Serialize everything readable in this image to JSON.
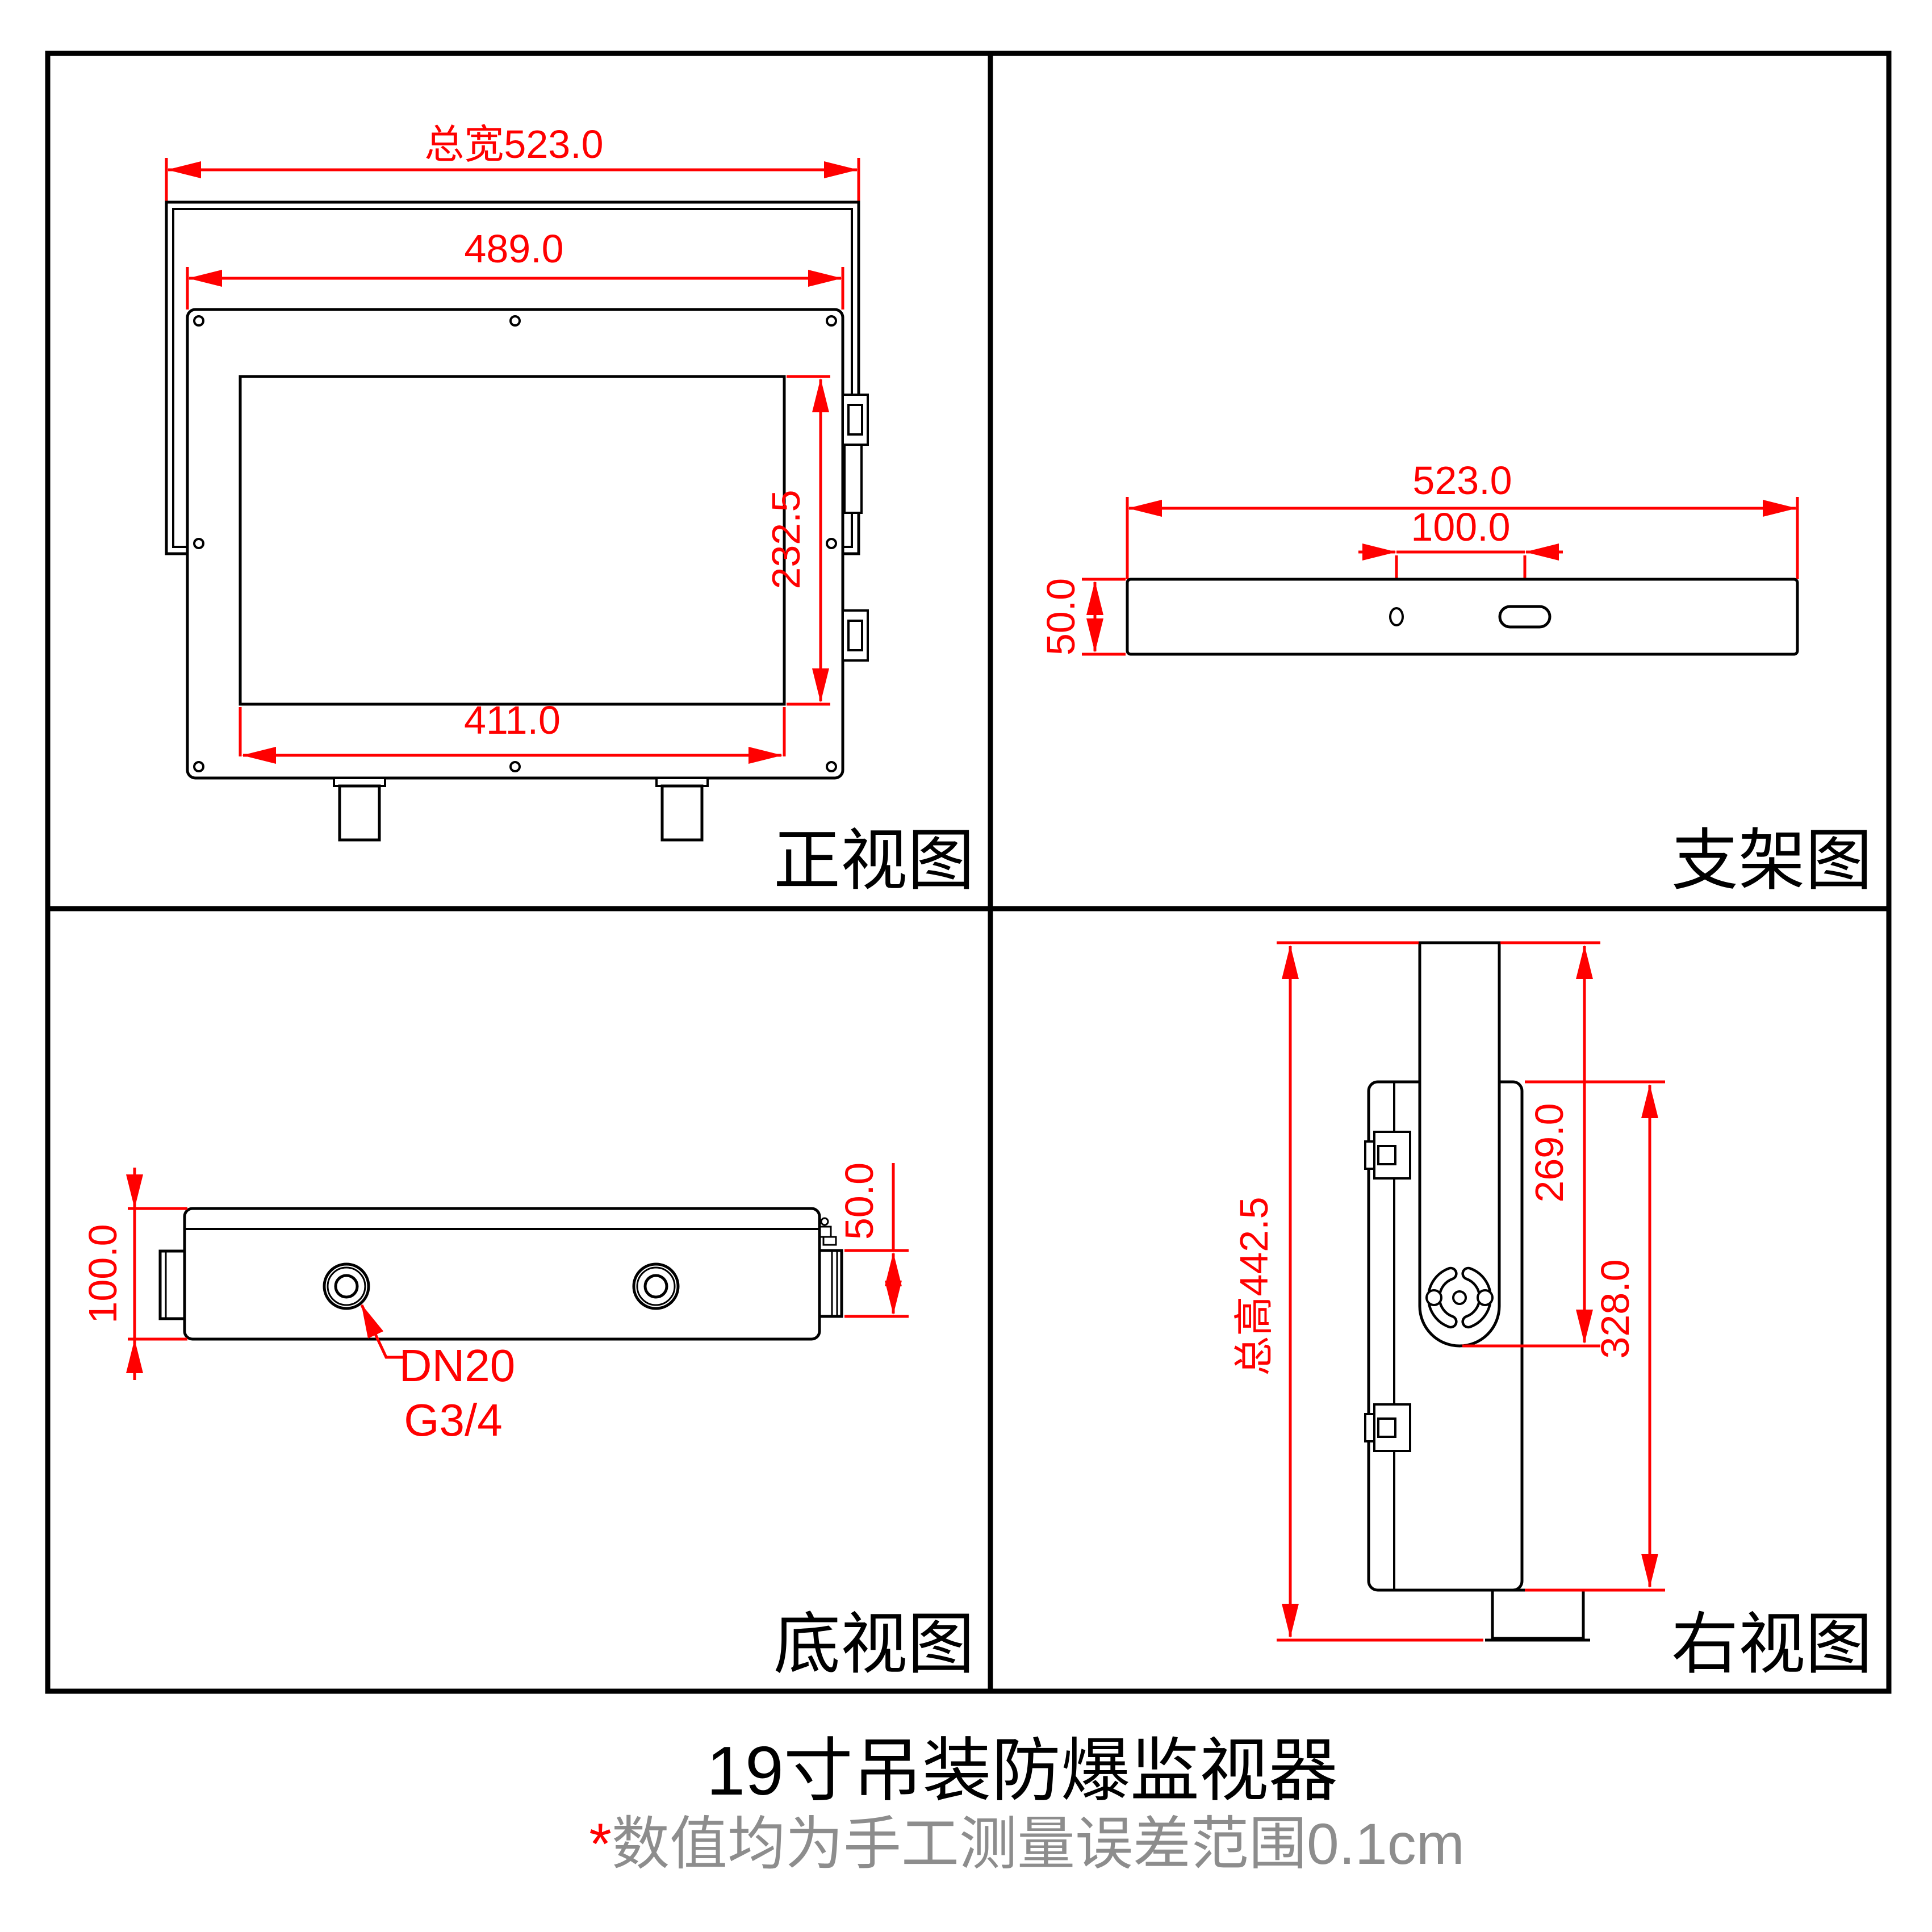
{
  "colors": {
    "line": "#000000",
    "dimension_red": "#ff0000",
    "note_gray": "#8d8d8d"
  },
  "views": {
    "front": {
      "label": "正视图",
      "dims": {
        "total_width": "总宽523.0",
        "panel_width": "489.0",
        "screen_height": "232.5",
        "screen_width": "411.0"
      }
    },
    "bracket": {
      "label": "支架图",
      "dims": {
        "width": "523.0",
        "hole_spacing": "100.0",
        "height": "50.0"
      }
    },
    "bottom": {
      "label": "底视图",
      "dims": {
        "body_height": "100.0",
        "connector_height": "50.0"
      },
      "gland": {
        "line1": "DN20",
        "line2": "G3/4"
      }
    },
    "right": {
      "label": "右视图",
      "dims": {
        "total_height": "总高442.5",
        "pole_to_hinge": "269.0",
        "body_height": "328.0"
      }
    }
  },
  "caption": {
    "title": "19寸吊装防爆监视器",
    "note_mark": "*",
    "note_text": "数值均为手工测量误差范围0.1cm"
  }
}
